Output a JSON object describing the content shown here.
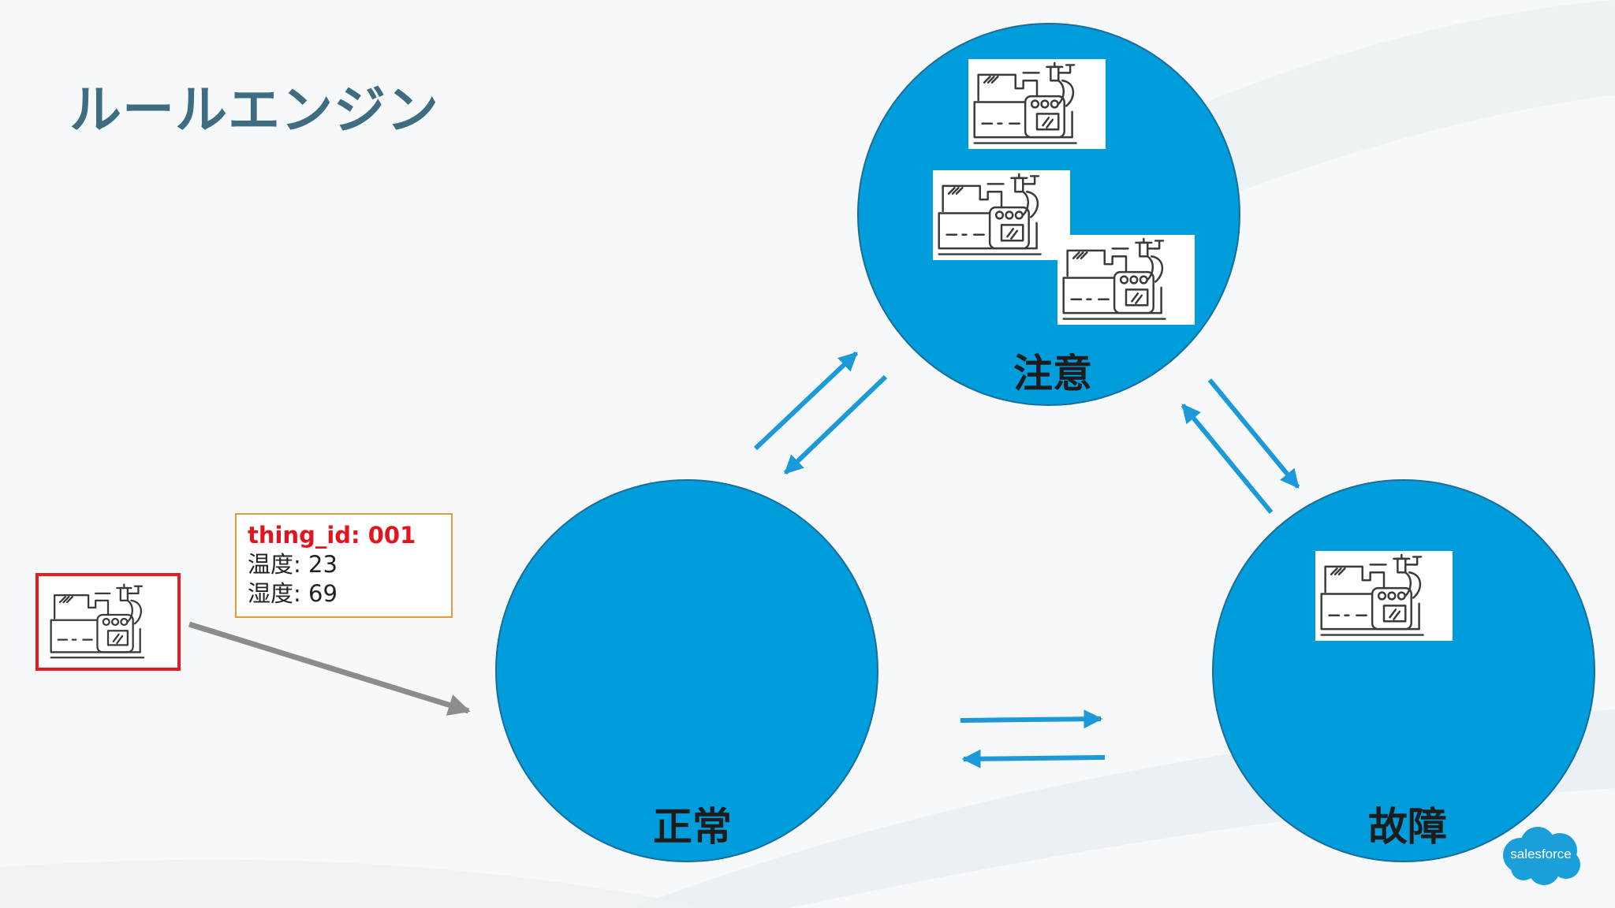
{
  "slide": {
    "title": "ルールエンジン"
  },
  "states": [
    {
      "id": "normal",
      "label": "正常",
      "machine_count": 0
    },
    {
      "id": "caution",
      "label": "注意",
      "machine_count": 3
    },
    {
      "id": "failure",
      "label": "故障",
      "machine_count": 1
    }
  ],
  "transitions": [
    {
      "from": "normal",
      "to": "caution"
    },
    {
      "from": "caution",
      "to": "normal"
    },
    {
      "from": "caution",
      "to": "failure"
    },
    {
      "from": "failure",
      "to": "caution"
    },
    {
      "from": "normal",
      "to": "failure"
    },
    {
      "from": "failure",
      "to": "normal"
    }
  ],
  "incoming": {
    "thing_id": "thing_id: 001",
    "temperature": "温度: 23",
    "humidity": "湿度: 69",
    "target_state": "normal"
  },
  "brand": {
    "logo_text": "salesforce"
  },
  "colors": {
    "circle": "#009ddc",
    "arrow": "#1c99d8",
    "incoming_arrow": "#8a8c8e",
    "title": "#3e6c80",
    "highlight_border": "#e51c23",
    "card_border": "#e29a3a",
    "thing_id_text": "#e3141e"
  },
  "icons": {
    "machine": "industrial-machine-icon",
    "logo": "salesforce-cloud-logo"
  }
}
